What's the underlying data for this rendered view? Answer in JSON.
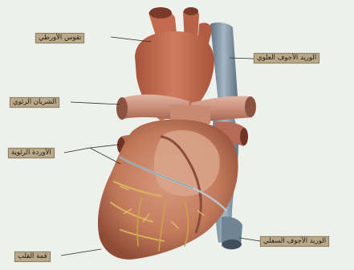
{
  "labels": {
    "aortic_arch": "تقوس الأورطي",
    "superior_vena_cava": "الوريد الأجوف العلوي",
    "pulmonary_artery": "الشريان الرئوي",
    "pulmonary_veins": "الأوردة الرئوية",
    "inferior_vena_cava": "الوريد الأجوف السفلي",
    "apex": "قمة القلب"
  },
  "colors": {
    "background": "#eef0ec",
    "heart_muscle": "#c77f62",
    "aorta": "#c2694e",
    "vena_cava": "#7f93a3",
    "label_fill": "#b9a98a",
    "fat_streaks": "#d8b55a"
  }
}
